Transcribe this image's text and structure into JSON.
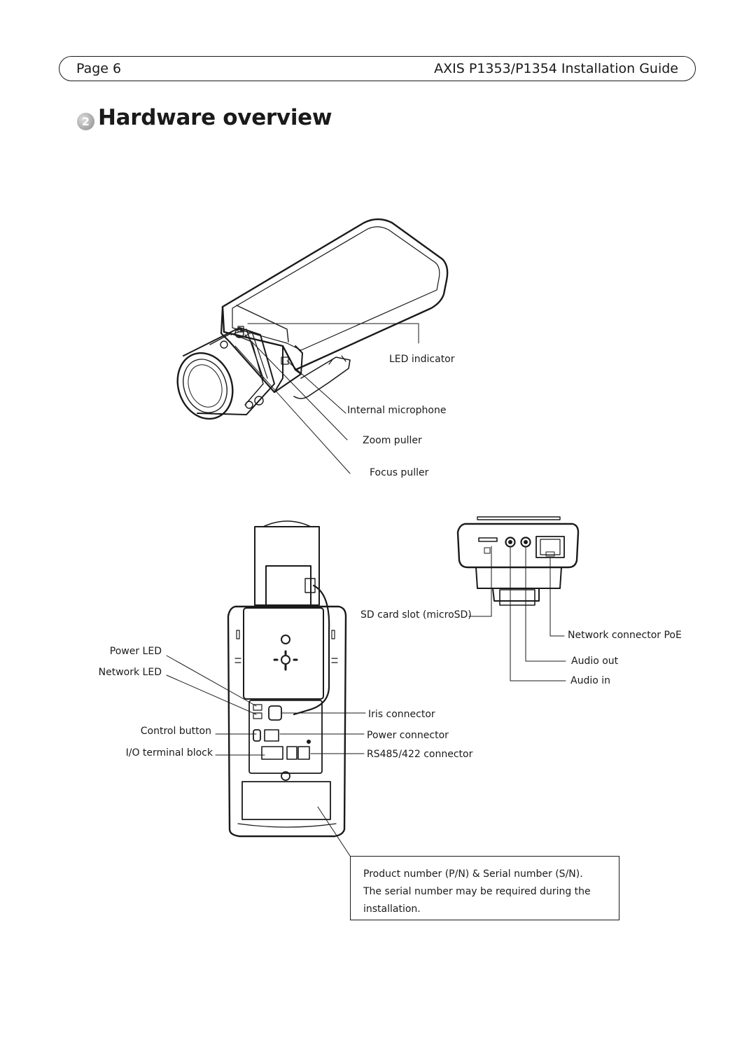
{
  "header": {
    "page": "Page 6",
    "guide_title": "AXIS P1353/P1354 Installation Guide"
  },
  "section": {
    "number": "2",
    "title": "Hardware overview"
  },
  "labels": {
    "led_indicator": "LED indicator",
    "internal_microphone": "Internal microphone",
    "zoom_puller": "Zoom puller",
    "focus_puller": "Focus puller",
    "sd_card_slot": "SD card slot (microSD)",
    "network_connector": "Network connector PoE",
    "audio_out": "Audio out",
    "audio_in": "Audio in",
    "power_led": "Power LED",
    "network_led": "Network LED",
    "control_button": "Control button",
    "io_terminal": "I/O terminal block",
    "iris_connector": "Iris connector",
    "power_connector": "Power connector",
    "rs485_connector": "RS485/422 connector"
  },
  "note": {
    "line1": "Product number (P/N) & Serial number (S/N).",
    "line2": "The serial number may be required during the",
    "line3": "installation."
  }
}
